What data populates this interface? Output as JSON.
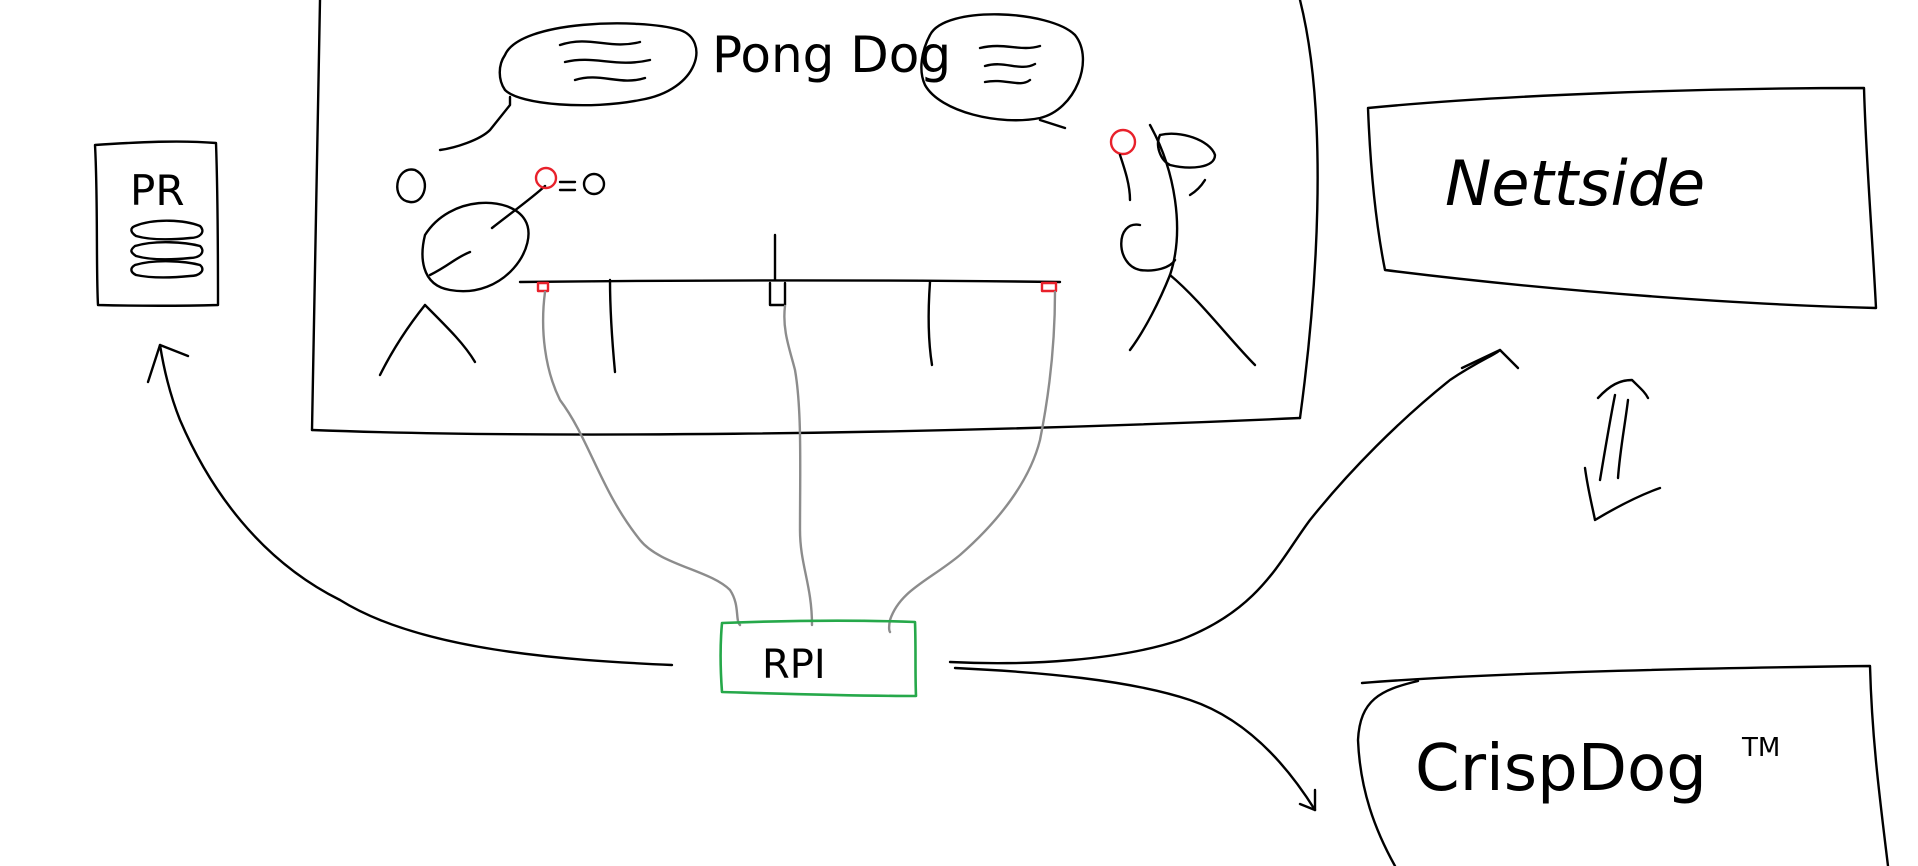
{
  "colors": {
    "ink": "#000000",
    "wire": "#8c8c8c",
    "sensor_red": "#e8212b",
    "rpi_green": "#26a84a"
  },
  "labels": {
    "ping_dog": "Pong Dog",
    "pr": "PR",
    "rpi": "RPI",
    "nettside": "Nettside",
    "crispdog": "CrispDog",
    "trademark": "TM"
  }
}
